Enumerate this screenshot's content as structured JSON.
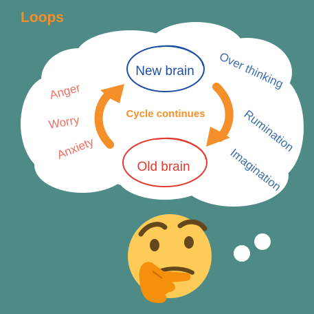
{
  "title": "Loops",
  "center": {
    "top_node": "New brain",
    "bottom_node": "Old brain",
    "cycle_label": "Cycle continues"
  },
  "left_words": [
    "Anger",
    "Worry",
    "Anxiety"
  ],
  "right_words": [
    "Over thinking",
    "Rumination",
    "Imagination"
  ],
  "colors": {
    "background": "#4e8a86",
    "cloud": "#ffffff",
    "accent_orange": "#f58f2a",
    "new_brain_blue": "#1f4fa3",
    "old_brain_red": "#e03a2f",
    "left_words": "#ef6f63",
    "right_words": "#3f6fa8",
    "emoji_face": "#fdcb58"
  },
  "icons": [
    "thinking-face-emoji",
    "thought-bubble-dots"
  ]
}
